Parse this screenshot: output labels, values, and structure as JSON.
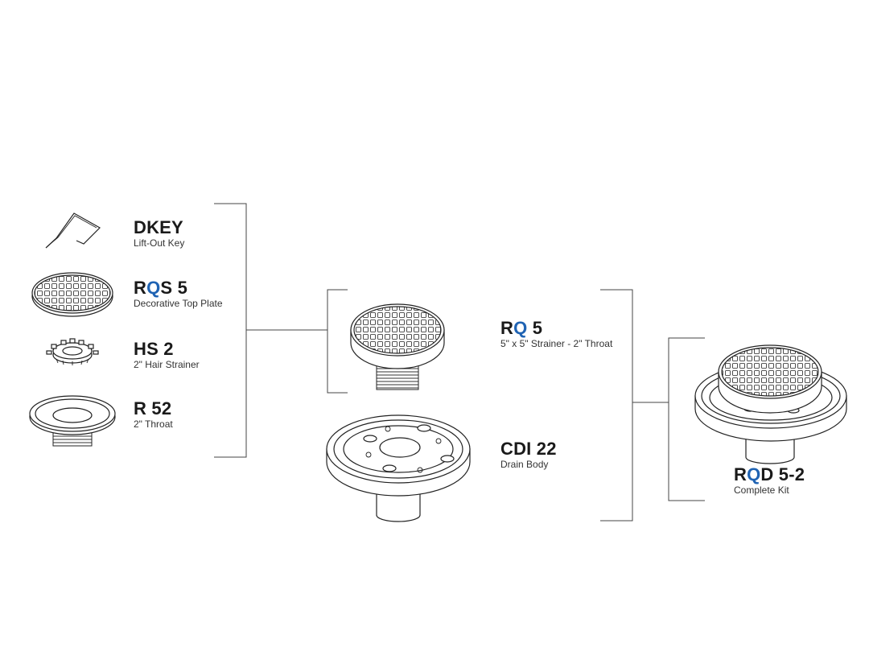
{
  "components": [
    {
      "id": "dkey",
      "code_pre": "DKEY",
      "code_accent": "",
      "code_post": "",
      "desc": "Lift-Out Key"
    },
    {
      "id": "rqs5",
      "code_pre": "R",
      "code_accent": "Q",
      "code_post": "S 5",
      "desc": "Decorative Top Plate"
    },
    {
      "id": "hs2",
      "code_pre": "HS 2",
      "code_accent": "",
      "code_post": "",
      "desc": "2\" Hair Strainer"
    },
    {
      "id": "r52",
      "code_pre": "R 52",
      "code_accent": "",
      "code_post": "",
      "desc": "2\" Throat"
    }
  ],
  "assemblies": [
    {
      "id": "rq5",
      "code_pre": "R",
      "code_accent": "Q",
      "code_post": " 5",
      "desc": "5\" x 5\" Strainer - 2\" Throat"
    },
    {
      "id": "cdi22",
      "code_pre": "CDI 22",
      "code_accent": "",
      "code_post": "",
      "desc": "Drain Body"
    }
  ],
  "kit": {
    "code_pre": "R",
    "code_accent": "Q",
    "code_post": "D 5-2",
    "desc": "Complete Kit"
  },
  "colors": {
    "accent": "#1f63b3",
    "text": "#1a1a1a",
    "line": "#444444"
  }
}
